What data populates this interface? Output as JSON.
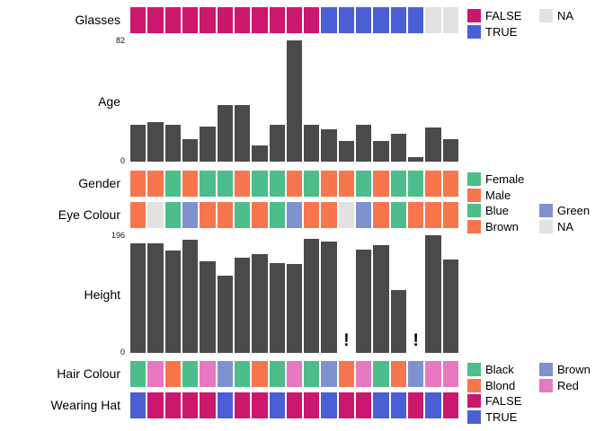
{
  "styles": {
    "background": "#ffffff",
    "bar_color": "#4a4a4a",
    "na_color": "#e2e2e2",
    "false_color": "#cb176e",
    "true_color": "#4a5fd6",
    "green_color": "#4dbd8b",
    "orange_color": "#f8764d",
    "blue_purple_color": "#7f92cf",
    "pink_color": "#e879c1"
  },
  "chart_data": [
    {
      "row": "Glasses",
      "type": "heatmap",
      "title": "Glasses",
      "values": [
        "FALSE",
        "FALSE",
        "FALSE",
        "FALSE",
        "FALSE",
        "FALSE",
        "FALSE",
        "FALSE",
        "FALSE",
        "FALSE",
        "FALSE",
        "TRUE",
        "TRUE",
        "TRUE",
        "TRUE",
        "TRUE",
        "TRUE",
        "NA",
        "NA"
      ],
      "colormap": {
        "FALSE": "#cb176e",
        "TRUE": "#4a5fd6",
        "NA": "#e2e2e2"
      },
      "legend": [
        {
          "label": "FALSE",
          "color": "#cb176e"
        },
        {
          "label": "TRUE",
          "color": "#4a5fd6"
        },
        {
          "label": "NA",
          "color": "#e2e2e2"
        }
      ],
      "legend_position": "right"
    },
    {
      "row": "Age",
      "type": "bar",
      "title": "Age",
      "values": [
        25,
        27,
        25,
        15,
        24,
        38,
        38,
        11,
        25,
        82,
        25,
        22,
        14,
        25,
        14,
        19,
        3,
        23,
        15
      ],
      "ylim": [
        0,
        82
      ],
      "xlabel": "",
      "ylabel": "",
      "bar_color": "#4a4a4a",
      "grid": false
    },
    {
      "row": "Gender",
      "type": "heatmap",
      "title": "Gender",
      "values": [
        "Male",
        "Male",
        "Female",
        "Male",
        "Female",
        "Female",
        "Male",
        "Female",
        "Female",
        "Male",
        "Female",
        "Male",
        "Male",
        "Female",
        "Male",
        "Female",
        "Female",
        "Male",
        "Male"
      ],
      "colormap": {
        "Female": "#4dbd8b",
        "Male": "#f8764d"
      },
      "legend": [
        {
          "label": "Female",
          "color": "#4dbd8b"
        },
        {
          "label": "Male",
          "color": "#f8764d"
        }
      ],
      "legend_position": "right"
    },
    {
      "row": "Eye Colour",
      "type": "heatmap",
      "title": "Eye Colour",
      "values": [
        "Brown",
        "NA",
        "Blue",
        "Green",
        "Brown",
        "Brown",
        "Blue",
        "Brown",
        "Blue",
        "Green",
        "Brown",
        "Brown",
        "NA",
        "Green",
        "Brown",
        "Blue",
        "Brown",
        "Brown",
        "Brown"
      ],
      "colormap": {
        "Blue": "#4dbd8b",
        "Brown": "#f8764d",
        "Green": "#7f92cf",
        "NA": "#e2e2e2"
      },
      "legend": [
        {
          "label": "Blue",
          "color": "#4dbd8b"
        },
        {
          "label": "Brown",
          "color": "#f8764d"
        },
        {
          "label": "Green",
          "color": "#7f92cf"
        },
        {
          "label": "NA",
          "color": "#e2e2e2"
        }
      ],
      "legend_position": "right"
    },
    {
      "row": "Height",
      "type": "bar",
      "title": "Height",
      "values": [
        183,
        183,
        170,
        188,
        152,
        128,
        158,
        165,
        150,
        148,
        190,
        185,
        null,
        172,
        180,
        105,
        null,
        196,
        155
      ],
      "ylim": [
        0,
        196
      ],
      "xlabel": "",
      "ylabel": "",
      "missing_marker": "!",
      "bar_color": "#4a4a4a",
      "grid": false
    },
    {
      "row": "Hair Colour",
      "type": "heatmap",
      "title": "Hair Colour",
      "values": [
        "Black",
        "Red",
        "Blond",
        "Black",
        "Red",
        "Brown",
        "Black",
        "Blond",
        "Black",
        "Red",
        "Black",
        "Brown",
        "Blond",
        "Red",
        "Black",
        "Blond",
        "Brown",
        "Red",
        "Red"
      ],
      "colormap": {
        "Black": "#4dbd8b",
        "Blond": "#f8764d",
        "Brown": "#7f92cf",
        "Red": "#e879c1"
      },
      "legend": [
        {
          "label": "Black",
          "color": "#4dbd8b"
        },
        {
          "label": "Blond",
          "color": "#f8764d"
        },
        {
          "label": "Brown",
          "color": "#7f92cf"
        },
        {
          "label": "Red",
          "color": "#e879c1"
        }
      ],
      "legend_position": "right"
    },
    {
      "row": "Wearing Hat",
      "type": "heatmap",
      "title": "Wearing Hat",
      "values": [
        "TRUE",
        "FALSE",
        "FALSE",
        "FALSE",
        "FALSE",
        "TRUE",
        "FALSE",
        "FALSE",
        "TRUE",
        "FALSE",
        "FALSE",
        "TRUE",
        "FALSE",
        "FALSE",
        "TRUE",
        "TRUE",
        "FALSE",
        "TRUE",
        "FALSE"
      ],
      "colormap": {
        "FALSE": "#cb176e",
        "TRUE": "#4a5fd6"
      },
      "legend": [
        {
          "label": "FALSE",
          "color": "#cb176e"
        },
        {
          "label": "TRUE",
          "color": "#4a5fd6"
        }
      ],
      "legend_position": "right"
    }
  ]
}
